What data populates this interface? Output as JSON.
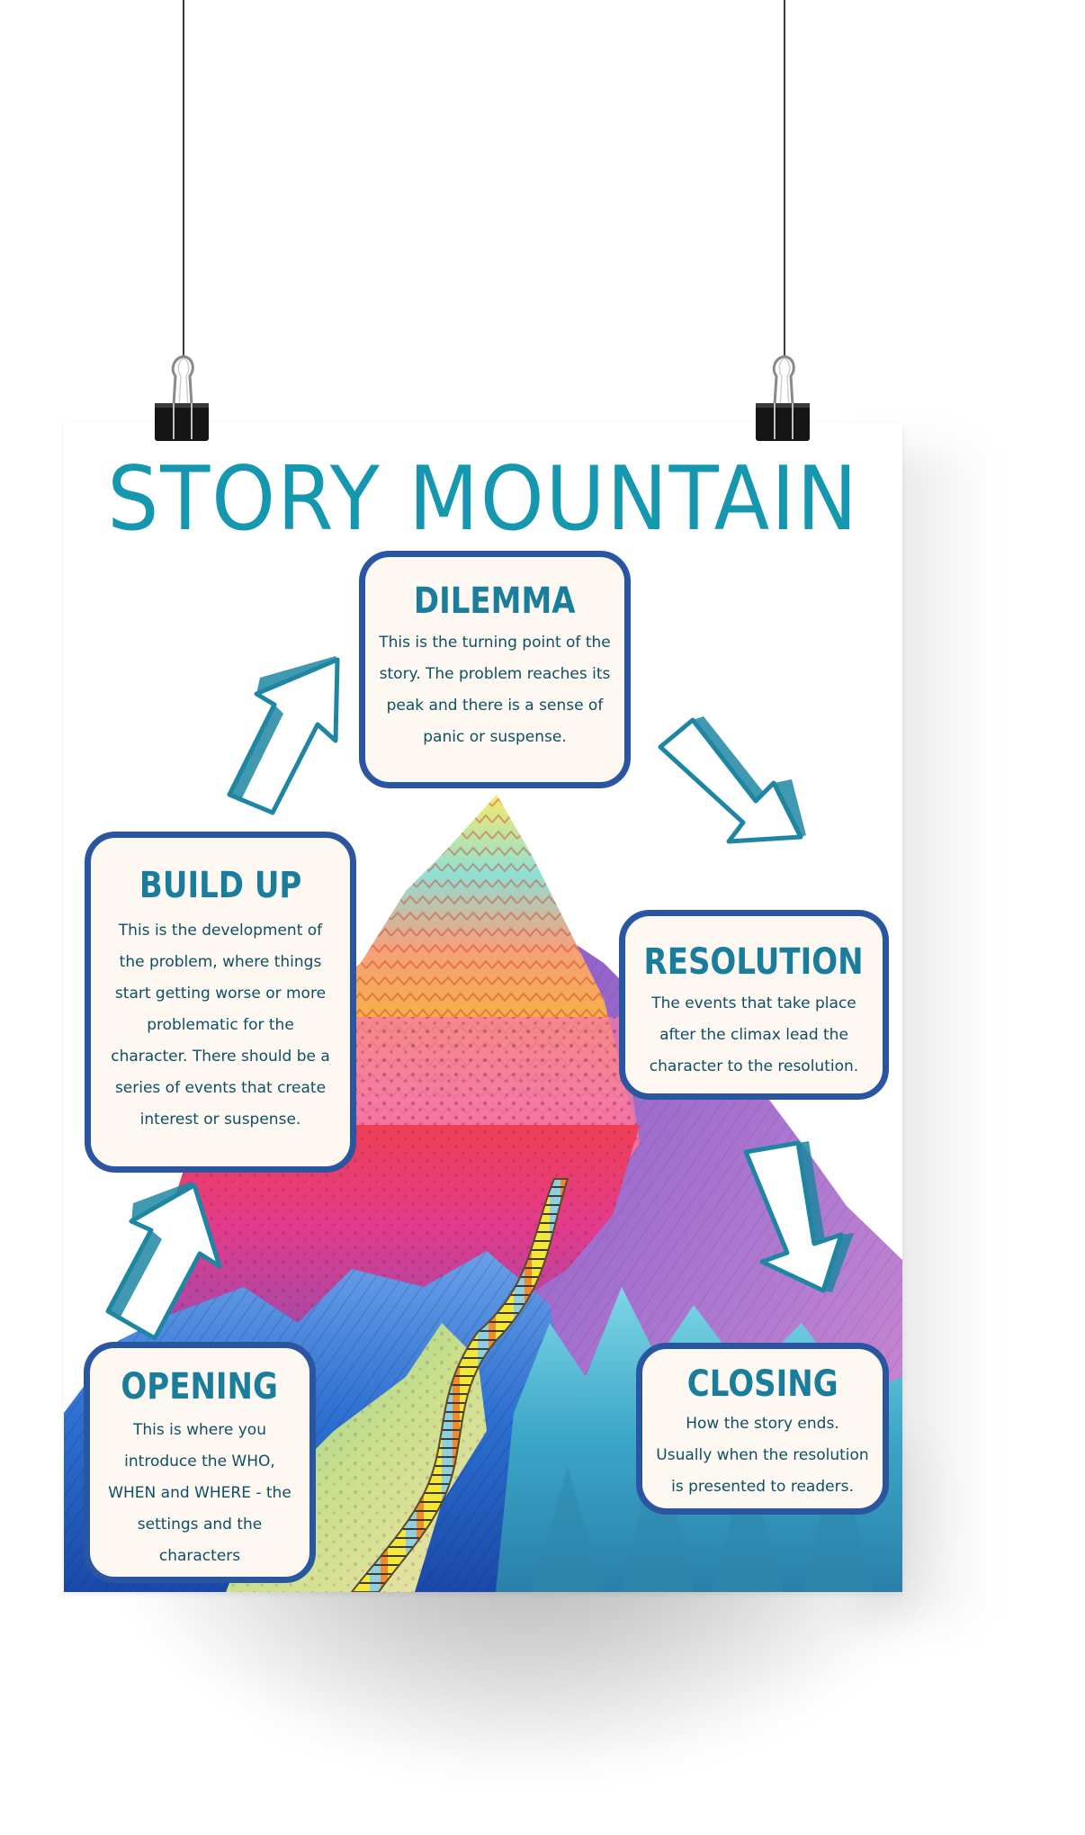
{
  "poster": {
    "title": "STORY MOUNTAIN",
    "colors": {
      "title": "#1597b0",
      "heading": "#1a7d9c",
      "body_text": "#0f4f63",
      "card_border": "#2a55a0",
      "card_background": "#fdf8f1",
      "arrow": "#1e86a3"
    },
    "stages": {
      "opening": {
        "heading": "OPENING",
        "lines": [
          "This is where you",
          "introduce the WHO,",
          "WHEN and WHERE - the",
          "settings and the",
          "characters"
        ]
      },
      "build_up": {
        "heading": "BUILD UP",
        "lines": [
          "This is the development of",
          "the problem, where things",
          "start getting worse or more",
          "problematic for the",
          "character. There should be a",
          "series of events that create",
          "interest or suspense."
        ]
      },
      "dilemma": {
        "heading": "DILEMMA",
        "lines": [
          "This is the turning point of the",
          "story. The problem reaches its",
          "peak and there is a sense of",
          "panic or suspense."
        ]
      },
      "resolution": {
        "heading": "RESOLUTION",
        "lines": [
          "The events that take place",
          "after the climax lead the",
          "character to the resolution."
        ]
      },
      "closing": {
        "heading": "CLOSING",
        "lines": [
          "How the story ends.",
          "Usually when the resolution",
          "is presented to readers."
        ]
      }
    },
    "arrows": [
      {
        "name": "opening-to-build-up",
        "direction": "up-right"
      },
      {
        "name": "build-up-to-dilemma",
        "direction": "up-right"
      },
      {
        "name": "dilemma-to-resolution",
        "direction": "down-right"
      },
      {
        "name": "resolution-to-closing",
        "direction": "down"
      }
    ],
    "hanging": {
      "clips": 2,
      "icon": "binder-clip-icon"
    }
  }
}
